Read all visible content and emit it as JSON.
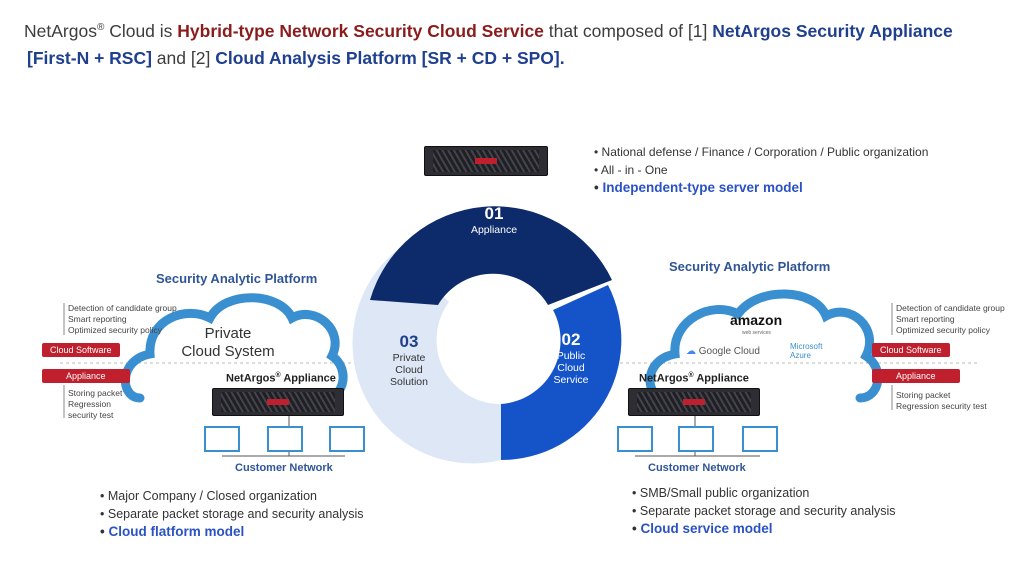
{
  "intro": {
    "p1": "NetArgos",
    "p1_sup": "®",
    "p2": " Cloud is ",
    "p3": "Hybrid-type Network Security Cloud Service",
    "p4": " that composed of  [1] ",
    "p5": "NetArgos Security Appliance",
    "p6": "[First-N + RSC]",
    "p7": " and [2] ",
    "p8": "Cloud Analysis Platform [SR + CD + SPO]."
  },
  "ring": {
    "s1_num": "01",
    "s1_name": "Appliance",
    "s2_num": "02",
    "s2_name1": "Public",
    "s2_name2": "Cloud",
    "s2_name3": "Service",
    "s3_num": "03",
    "s3_name1": "Private",
    "s3_name2": "Cloud",
    "s3_name3": "Solution"
  },
  "top_bullets": [
    "National defense / Finance / Corporation / Public organization",
    "All - in - One"
  ],
  "top_model": "Independent-type server model",
  "left": {
    "title": "Security Analytic Platform",
    "cloud_line1": "Private",
    "cloud_line2": "Cloud System",
    "features": [
      "Detection of candidate group",
      "Smart reporting",
      "Optimized security policy"
    ],
    "badge_software": "Cloud Software",
    "badge_appliance": "Appliance",
    "appliance_items": [
      "Storing packet",
      "Regression",
      "security test"
    ],
    "appliance_label": "NetArgos",
    "appliance_label_sup": "®",
    "appliance_label_tail": " Appliance",
    "network_label": "Customer Network",
    "bullets": [
      "Major Company / Closed organization",
      "Separate packet storage and security analysis"
    ],
    "model": "Cloud flatform model"
  },
  "right": {
    "title": "Security Analytic Platform",
    "amazon": "amazon",
    "aws_small": "web services",
    "google": "Google Cloud",
    "azure1": "Microsoft",
    "azure2": "Azure",
    "features": [
      "Detection of candidate group",
      "Smart reporting",
      "Optimized security policy"
    ],
    "badge_software": "Cloud Software",
    "badge_appliance": "Appliance",
    "appliance_items": [
      "Storing packet",
      "Regression security test"
    ],
    "appliance_label": "NetArgos",
    "appliance_label_sup": "®",
    "appliance_label_tail": " Appliance",
    "network_label": "Customer Network",
    "bullets": [
      "SMB/Small public organization",
      "Separate packet storage and security analysis"
    ],
    "model": "Cloud service model"
  },
  "colors": {
    "dark_navy": "#0d2a6b",
    "royal_blue": "#1554c8",
    "pale_blue": "#dde7f5",
    "cloud_blue": "#3a8fd1",
    "badge_red": "#c0202d"
  }
}
